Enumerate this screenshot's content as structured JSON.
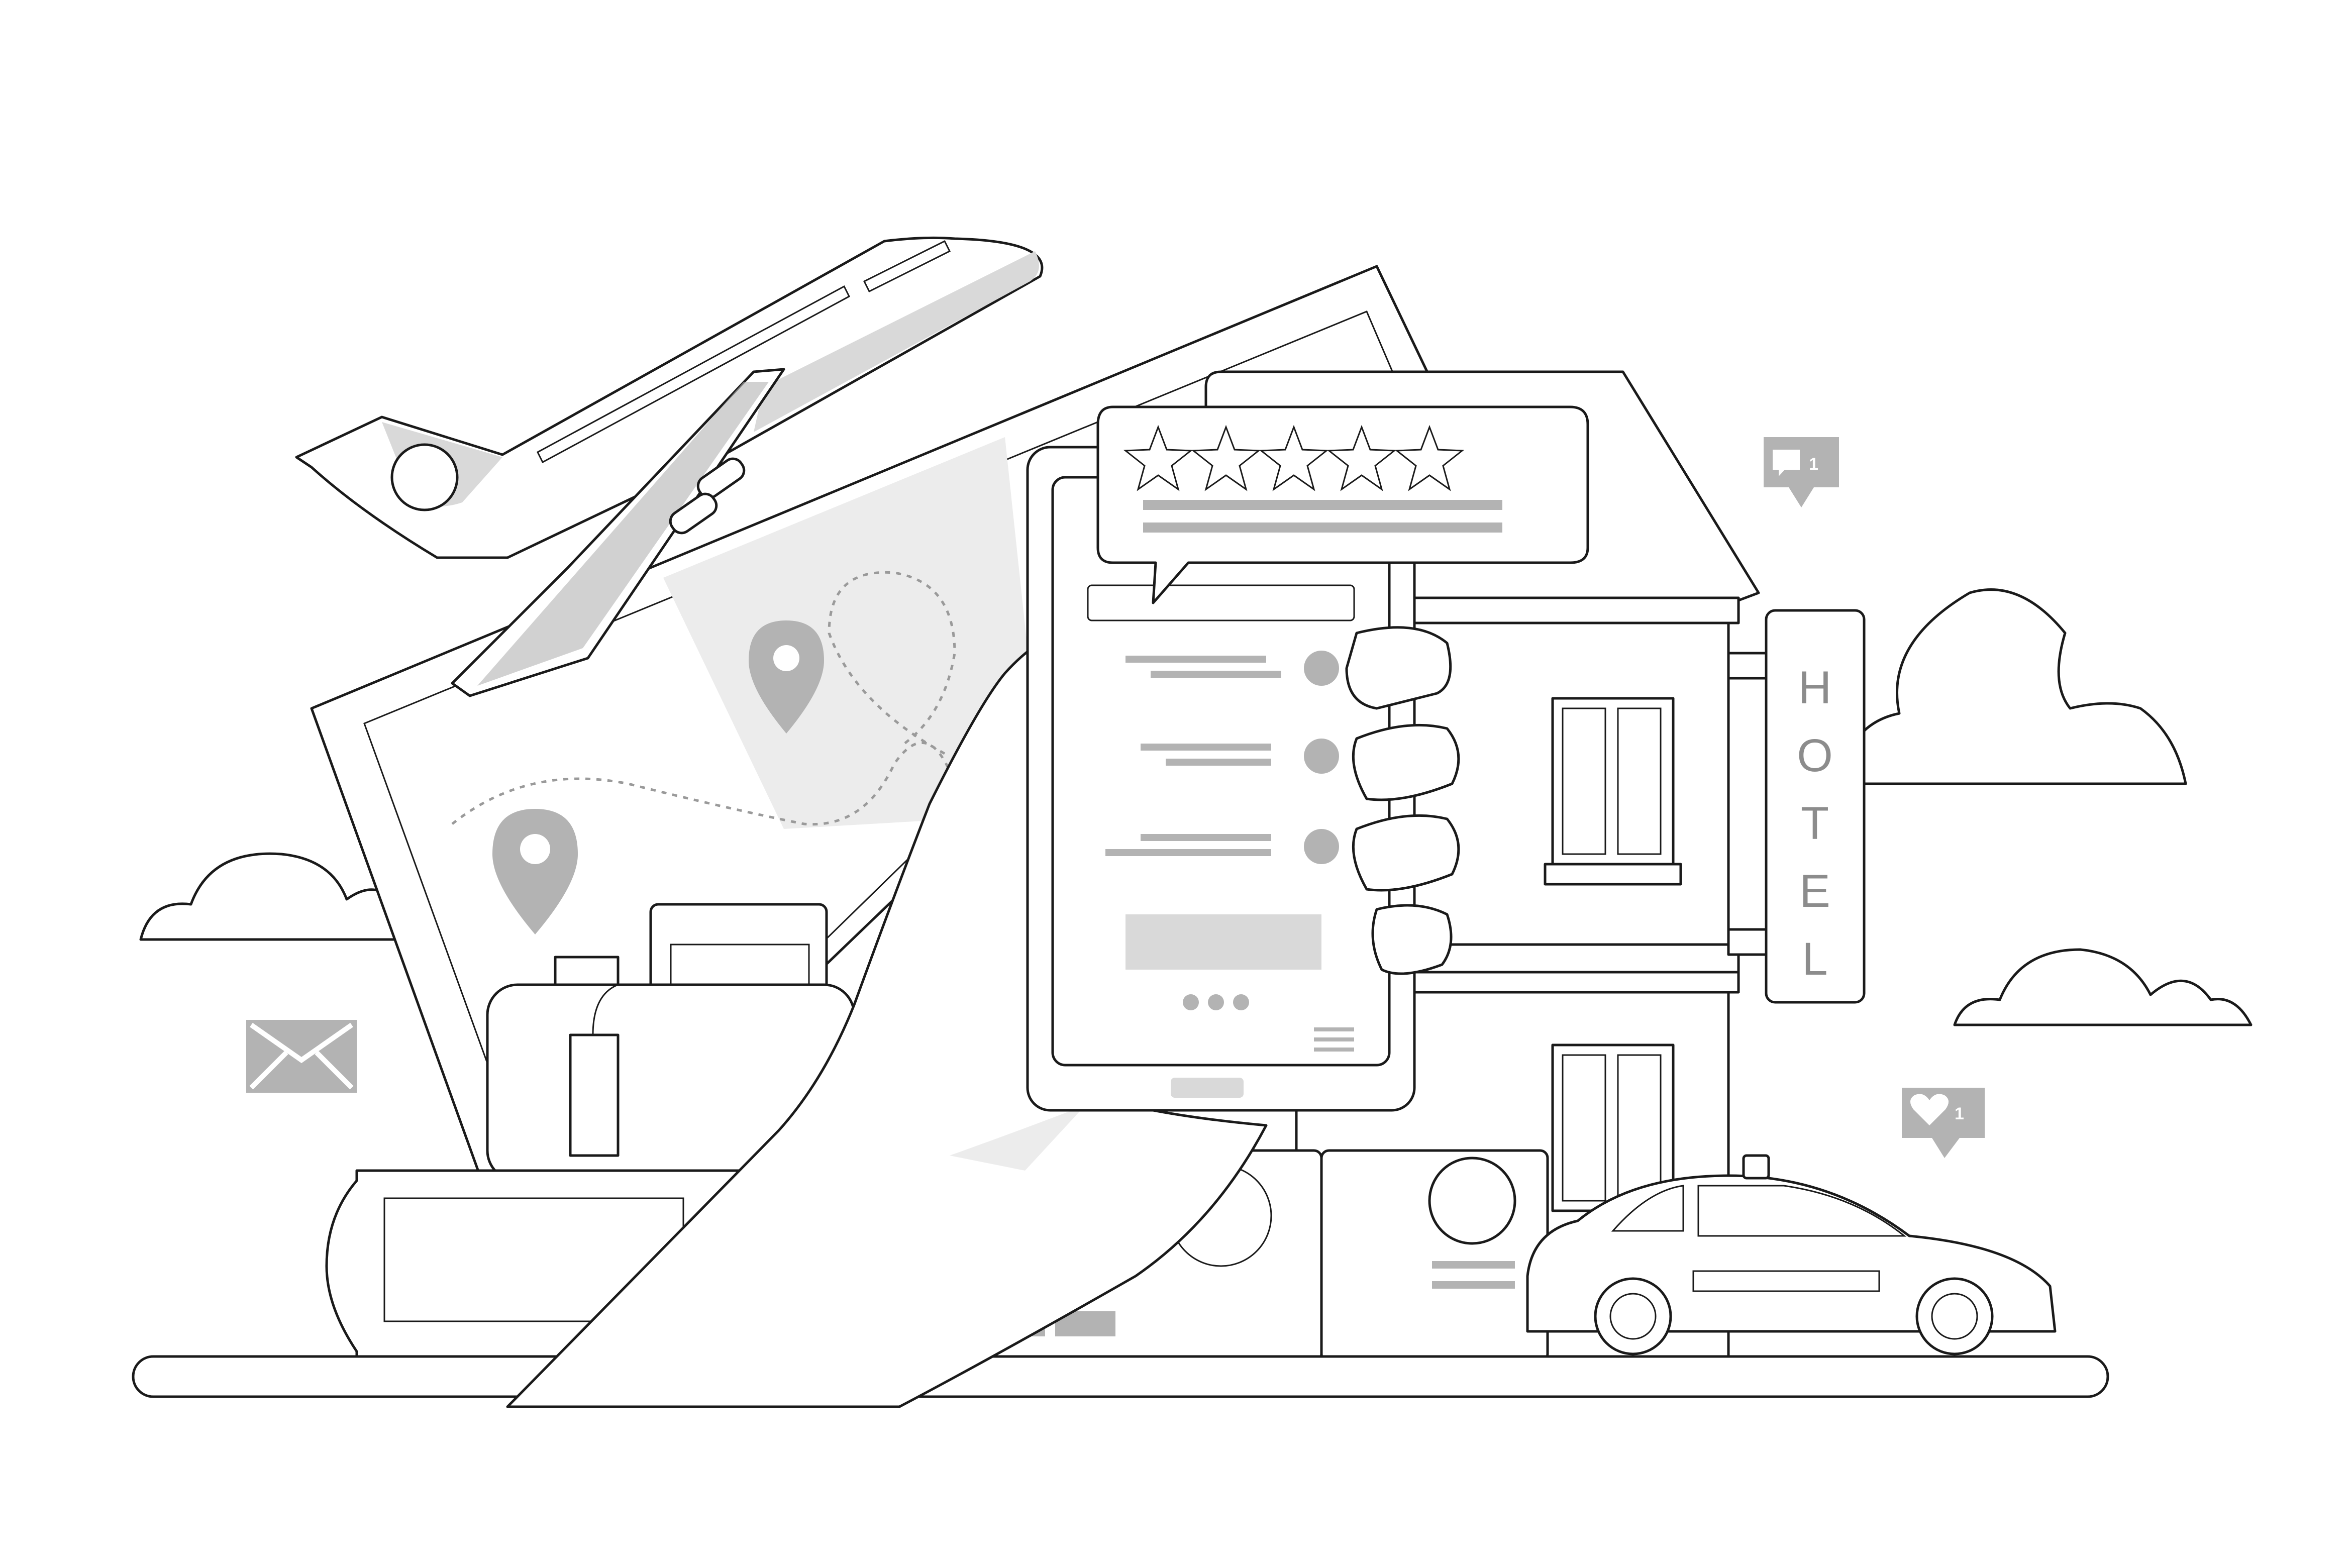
{
  "hotel_sign": {
    "letters": [
      "H",
      "O",
      "T",
      "E",
      "L"
    ]
  },
  "rating": {
    "stars": 5,
    "max_stars": 5
  },
  "comment_badge": {
    "icon": "speech-bubble-icon",
    "count": "1"
  },
  "like_badge": {
    "icon": "heart-icon",
    "count": "1"
  },
  "mail": {
    "icon": "envelope-icon"
  },
  "colors": {
    "outline": "#1a1a1a",
    "accent_grey": "#b3b3b3",
    "light_grey": "#d9d9d9",
    "background": "#ffffff"
  }
}
